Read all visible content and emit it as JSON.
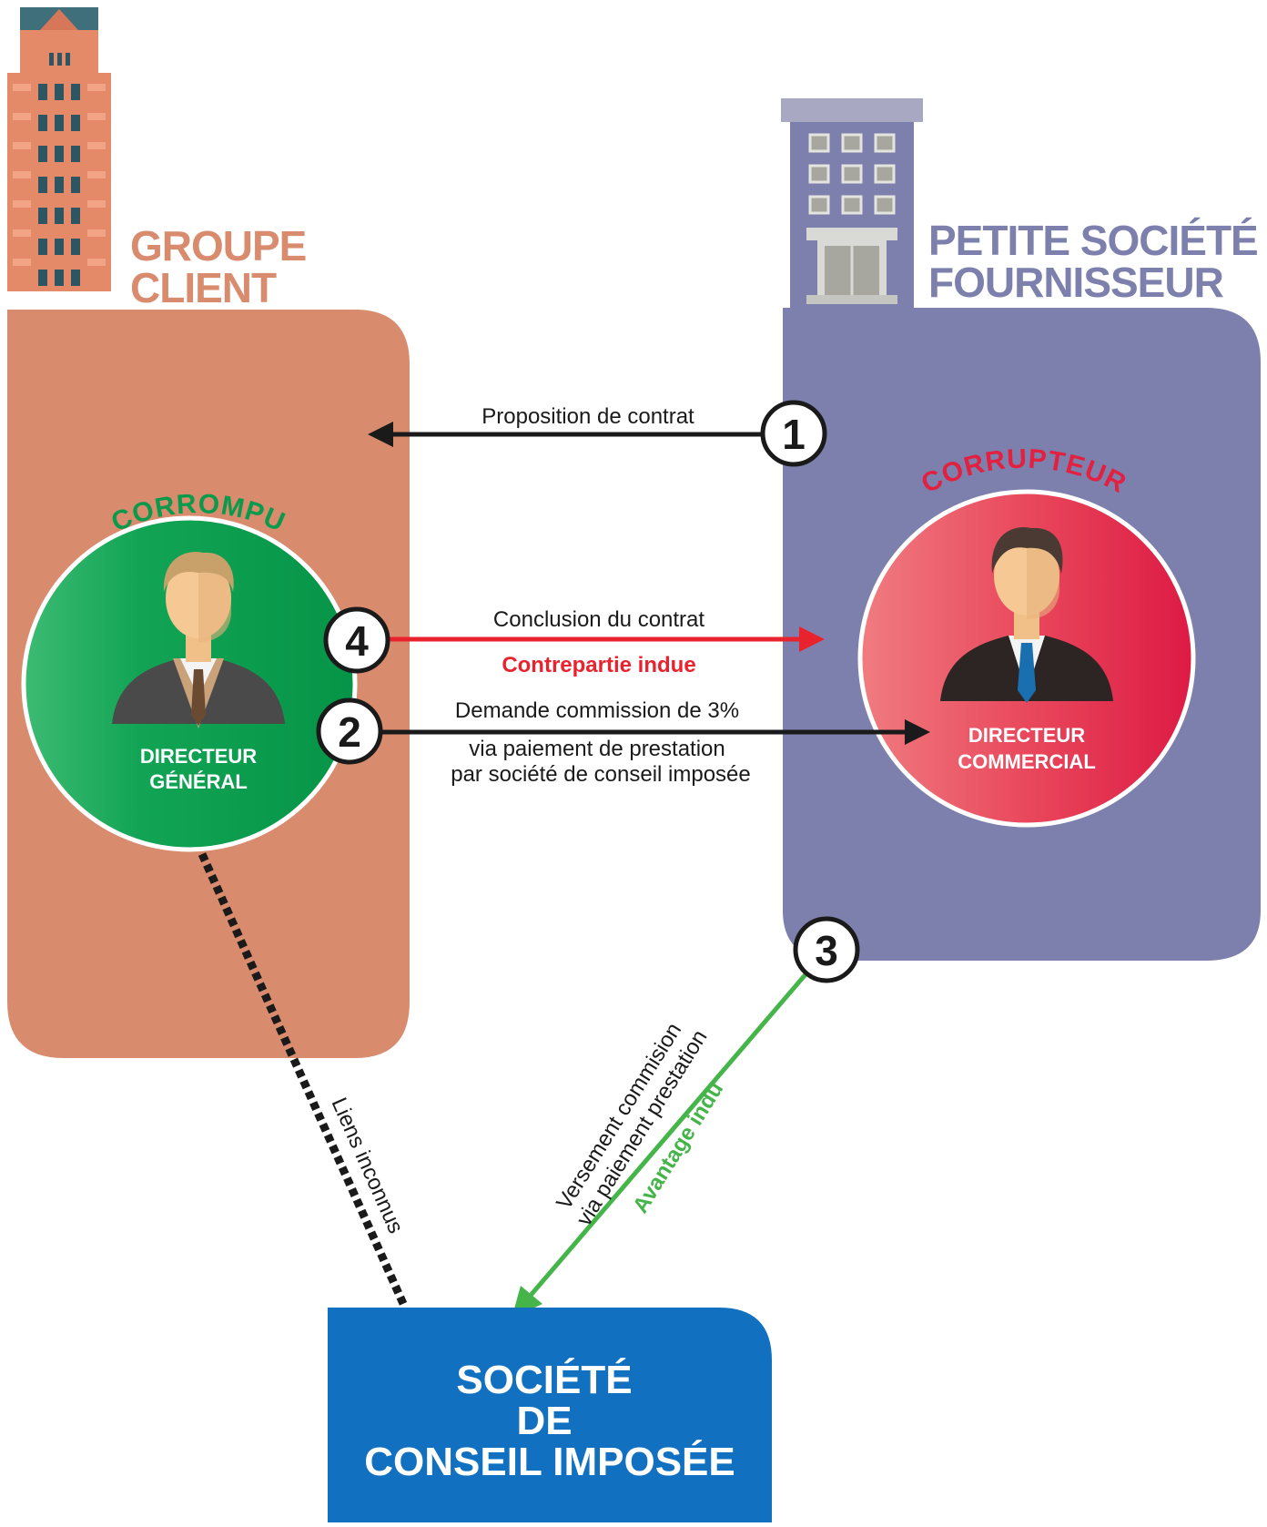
{
  "colors": {
    "client": "#d98b6e",
    "supplier": "#7d80ad",
    "consult": "#1170c0",
    "green": "#0a9a4c",
    "red": "#e22040",
    "arrow_red": "#e8232e",
    "arrow_green": "#46b549",
    "dark": "#1a1a1a"
  },
  "client": {
    "title_line1": "GROUPE",
    "title_line2": "CLIENT"
  },
  "supplier": {
    "title_line1": "PETITE SOCIÉTÉ",
    "title_line2": "FOURNISSEUR"
  },
  "corrompu": {
    "arc_label": "CORROMPU",
    "role_line1": "DIRECTEUR",
    "role_line2": "GÉNÉRAL",
    "icon": "businessman-icon"
  },
  "corrupteur": {
    "arc_label": "CORRUPTEUR",
    "role_line1": "DIRECTEUR",
    "role_line2": "COMMERCIAL",
    "icon": "businessman-icon"
  },
  "steps": {
    "s1": {
      "number": "1",
      "label": "Proposition de contrat"
    },
    "s2": {
      "number": "2",
      "label": "Demande commission de 3%",
      "sub1": "via paiement de prestation",
      "sub2": "par société de conseil imposée"
    },
    "s3": {
      "number": "3",
      "label1": "Versement commision",
      "label2": "via paiement prestation",
      "highlight": "Avantage indu"
    },
    "s4": {
      "number": "4",
      "label": "Conclusion du contrat",
      "highlight": "Contrepartie indue"
    }
  },
  "links": {
    "unknown": "Liens inconnus"
  },
  "consult": {
    "line1": "SOCIÉTÉ",
    "line2": "DE",
    "line3": "CONSEIL IMPOSÉE"
  }
}
